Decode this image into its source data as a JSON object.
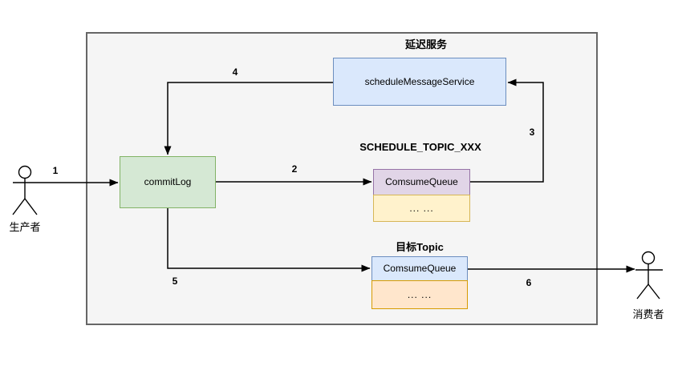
{
  "container": {
    "label": "延迟服务"
  },
  "nodes": {
    "schedule_service": {
      "label": "scheduleMessageService"
    },
    "commit_log": {
      "label": "commitLog"
    },
    "schedule_topic": {
      "heading": "SCHEDULE_TOPIC_XXX",
      "queue_label": "ComsumeQueue",
      "queue_body": "... ..."
    },
    "target_topic": {
      "heading": "目标Topic",
      "queue_label": "ComsumeQueue",
      "queue_body": "... ..."
    }
  },
  "actors": {
    "producer": {
      "label": "生产者"
    },
    "consumer": {
      "label": "消费者"
    }
  },
  "edges": {
    "e1": {
      "label": "1"
    },
    "e2": {
      "label": "2"
    },
    "e3": {
      "label": "3"
    },
    "e4": {
      "label": "4"
    },
    "e5": {
      "label": "5"
    },
    "e6": {
      "label": "6"
    }
  },
  "colors": {
    "container_fill": "#f5f5f5",
    "container_border": "#666666",
    "blue_fill": "#dae8fc",
    "blue_border": "#6c8ebf",
    "green_fill": "#d5e8d4",
    "green_border": "#82b366",
    "purple_fill": "#e1d5e7",
    "purple_border": "#9673a6",
    "yellow_fill": "#fff2cc",
    "yellow_border": "#d6b656",
    "orange_fill": "#ffe6cc",
    "orange_border": "#d79b00",
    "line": "#000000"
  }
}
